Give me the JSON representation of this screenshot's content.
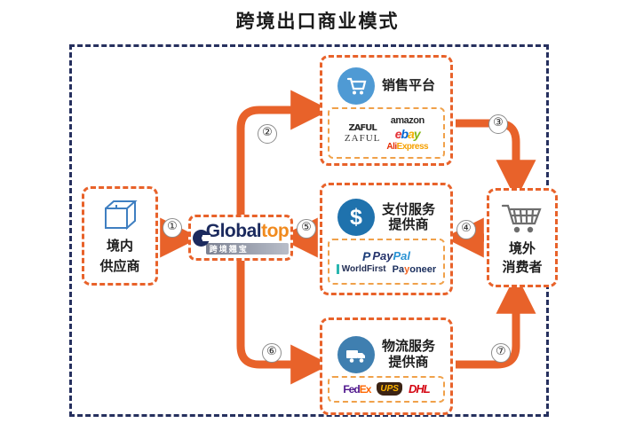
{
  "title": "跨境出口商业模式",
  "nodes": {
    "supplier": {
      "label": "境内\n供应商",
      "line1": "境内",
      "line2": "供应商",
      "icon": "box-icon"
    },
    "globaltop": {
      "brand_global": "Global",
      "brand_top": "top",
      "brand_cn": "跨境翘宝"
    },
    "platform": {
      "label1": "销售",
      "label2": "平台",
      "title": "销售平台",
      "icon": "shopping-cart-icon",
      "logos": [
        "ZAFUL",
        "amazon",
        "ebay",
        "AliExpress"
      ]
    },
    "payment": {
      "line1": "支付服务",
      "line2": "提供商",
      "title": "支付服务提供商",
      "icon": "dollar-icon",
      "logos": [
        "PayPal",
        "WorldFirst",
        "Payoneer"
      ]
    },
    "logistics": {
      "line1": "物流服务",
      "line2": "提供商",
      "title": "物流服务提供商",
      "icon": "truck-icon",
      "logos": [
        "FedEx",
        "UPS",
        "DHL"
      ]
    },
    "consumer": {
      "line1": "境外",
      "line2": "消费者",
      "title": "境外消费者",
      "icon": "shopping-cart-icon"
    }
  },
  "flow_numbers": {
    "n1": "①",
    "n2": "②",
    "n3": "③",
    "n4": "④",
    "n5": "⑤",
    "n6": "⑥",
    "n7": "⑦"
  },
  "colors": {
    "frame": "#26305e",
    "node_border": "#e8622a",
    "arrow": "#e8622a",
    "logo_box": "#f0a14a"
  }
}
